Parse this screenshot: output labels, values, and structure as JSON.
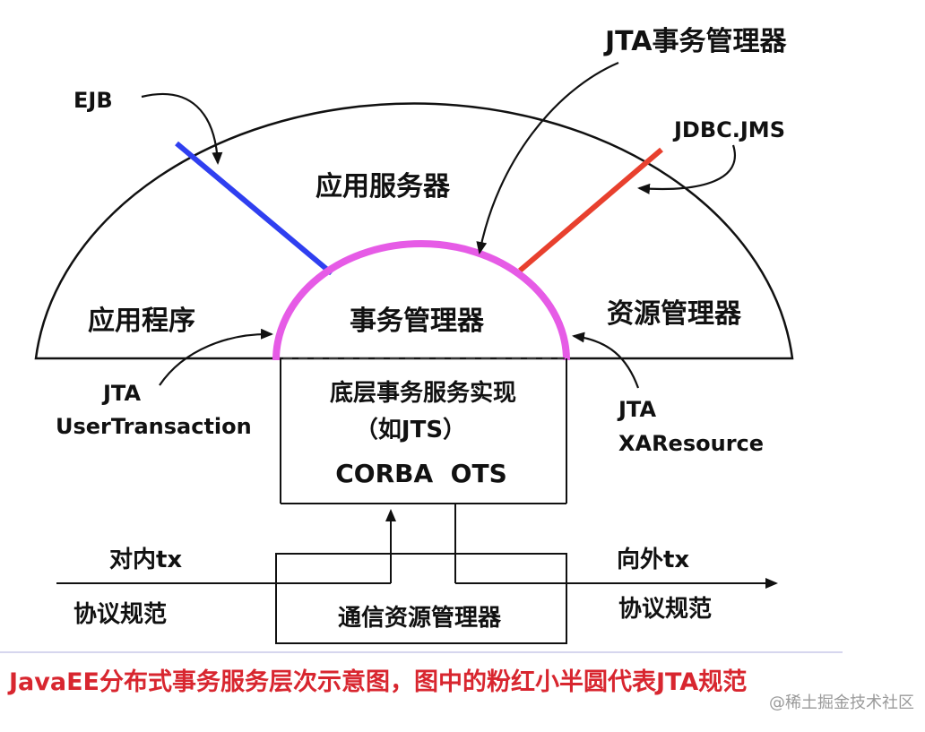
{
  "diagram": {
    "regions": {
      "app_server": "应用服务器",
      "application": "应用程序",
      "transaction_manager": "事务管理器",
      "resource_manager": "资源管理器"
    },
    "box": {
      "line1": "底层事务服务实现",
      "line2": "（如JTS）",
      "line3": "CORBA  OTS"
    },
    "comm_manager": "通信资源管理器",
    "labels": {
      "ejb": "EJB",
      "jta_tm": "JTA事务管理器",
      "jdbc_jms": "JDBC.JMS",
      "jta_user_1": "JTA",
      "jta_user_2": "UserTransaction",
      "jta_xa_1": "JTA",
      "jta_xa_2": "XAResource",
      "inbound_tx": "对内tx",
      "outbound_tx": "向外tx",
      "protocol_left": "协议规范",
      "protocol_right": "协议规范"
    },
    "caption": "JavaEE分布式事务服务层次示意图，图中的粉红小半圆代表JTA规范",
    "watermark": "@稀土掘金技术社区",
    "colors": {
      "ejb_line": "#2f3ff0",
      "jdbc_line": "#e8402e",
      "jta_arc": "#e65be6",
      "caption": "#d8262f"
    }
  }
}
